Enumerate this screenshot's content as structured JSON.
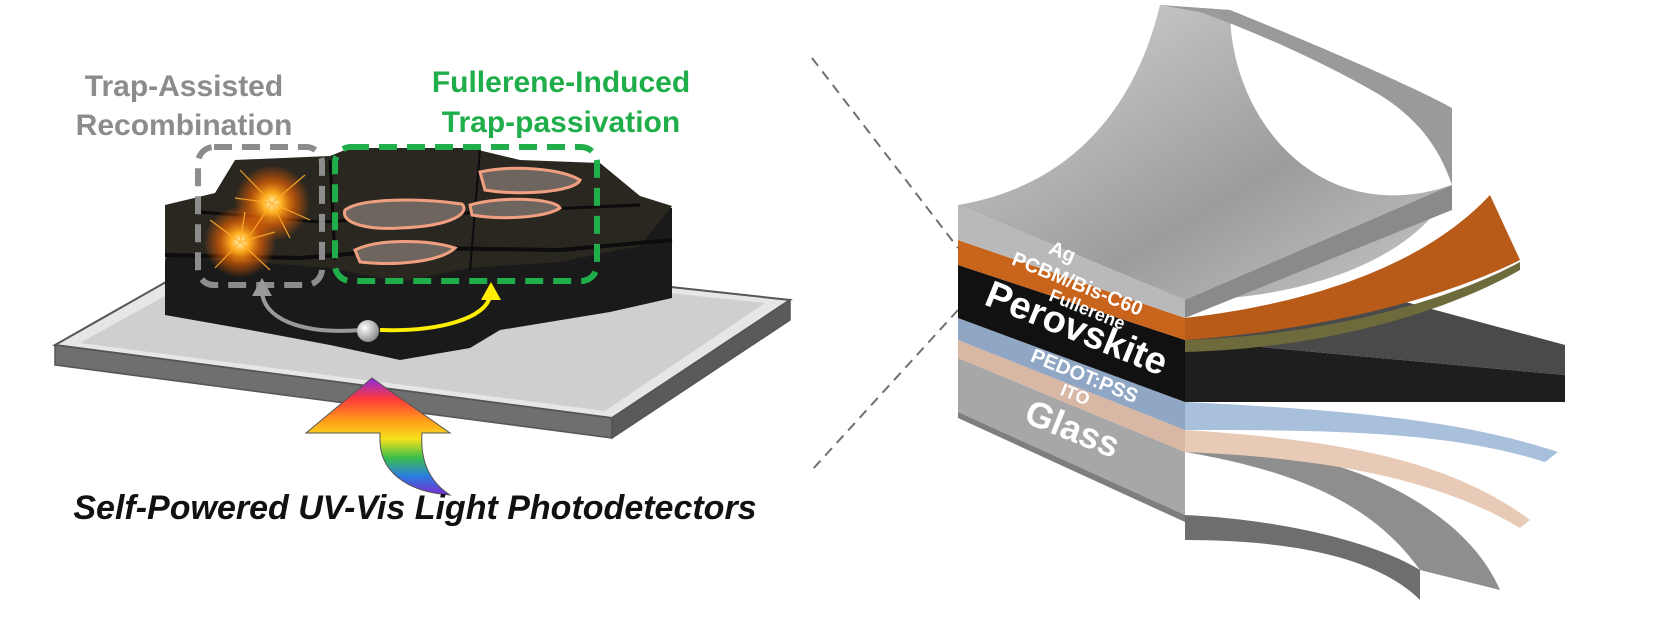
{
  "left_panel": {
    "trap_label": {
      "line1": "Trap-Assisted",
      "line2": "Recombination"
    },
    "passivation_label": {
      "line1": "Fullerene-Induced",
      "line2": "Trap-passivation"
    },
    "caption": "Self-Powered UV-Vis Light Photodetectors"
  },
  "right_panel": {
    "layers": {
      "ag": "Ag",
      "fullerene_line1": "PCBM/Bis-C60",
      "fullerene_line2": "Fullerene",
      "perovskite": "Perovskite",
      "pedot": "PEDOT:PSS",
      "ito": "ITO",
      "glass": "Glass"
    }
  },
  "colors": {
    "trap_label": "#8c8c8c",
    "passivation_label": "#1fae4a",
    "trap_box": "#8c8c8c",
    "passivation_box": "#1fae4a",
    "electron_path_trap": "#9a9a9a",
    "electron_path_passivated": "#ffee00",
    "ag": "#b9b9b9",
    "fullerene": "#c9641c",
    "perovskite": "#111111",
    "pedot": "#8fa6c4",
    "ito": "#d8b7a4",
    "glass": "#a7a7a7"
  }
}
